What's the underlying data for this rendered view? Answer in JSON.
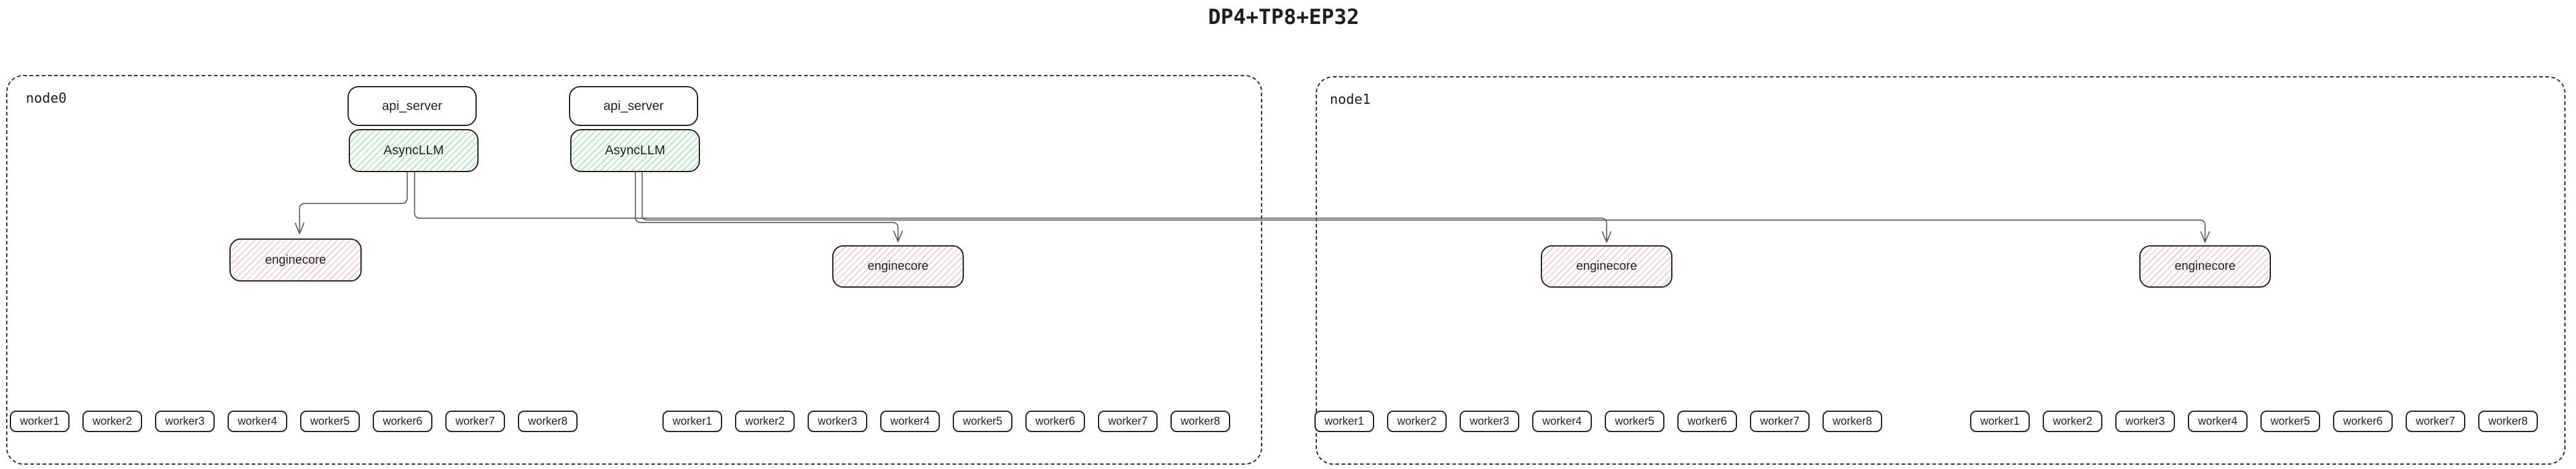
{
  "title": "DP4+TP8+EP32",
  "colors": {
    "background": "#ffffff",
    "box_border": "#1e1e1e",
    "edge_line": "#5c5c5c",
    "asyncllm_hatch_green": "#8fe6a0",
    "enginecore_hatch_red": "#f3bcbc",
    "node_dashed_border": "#2b2b2b"
  },
  "node0": {
    "label": "node0",
    "api_server_1": "api_server",
    "asyncllm_1": "AsyncLLM",
    "api_server_2": "api_server",
    "asyncllm_2": "AsyncLLM",
    "enginecore_1": "enginecore",
    "enginecore_2": "enginecore"
  },
  "node1": {
    "label": "node1",
    "enginecore_3": "enginecore",
    "enginecore_4": "enginecore"
  },
  "worker_labels": [
    "worker1",
    "worker2",
    "worker3",
    "worker4",
    "worker5",
    "worker6",
    "worker7",
    "worker8"
  ],
  "edges": [
    {
      "from": "AsyncLLM-1",
      "to": "enginecore-1"
    },
    {
      "from": "AsyncLLM-1",
      "to": "enginecore-3"
    },
    {
      "from": "AsyncLLM-2",
      "to": "enginecore-2"
    },
    {
      "from": "AsyncLLM-2",
      "to": "enginecore-4"
    }
  ]
}
